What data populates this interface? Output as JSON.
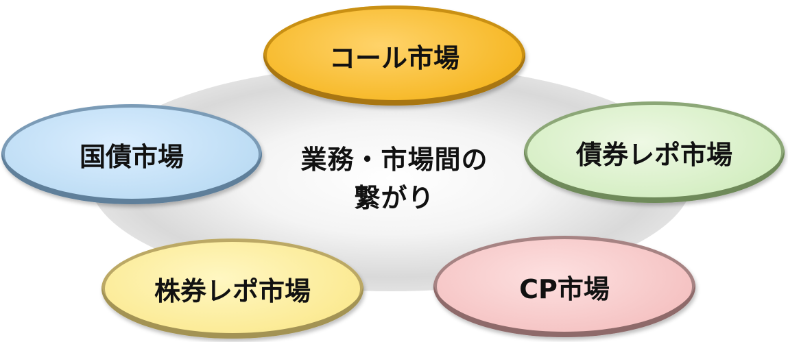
{
  "diagram": {
    "center": {
      "line1": "業務・市場間の",
      "line2": "繋がり"
    },
    "nodes": {
      "call": {
        "label": "コール市場",
        "color": "#f6b826"
      },
      "gov": {
        "label": "国債市場",
        "color": "#bcdcf4"
      },
      "bond": {
        "label": "債券レポ市場",
        "color": "#d4eec2"
      },
      "stock": {
        "label": "株券レポ市場",
        "color": "#fbea93"
      },
      "cp": {
        "label": "CP市場",
        "color": "#f5c3c3"
      }
    }
  }
}
